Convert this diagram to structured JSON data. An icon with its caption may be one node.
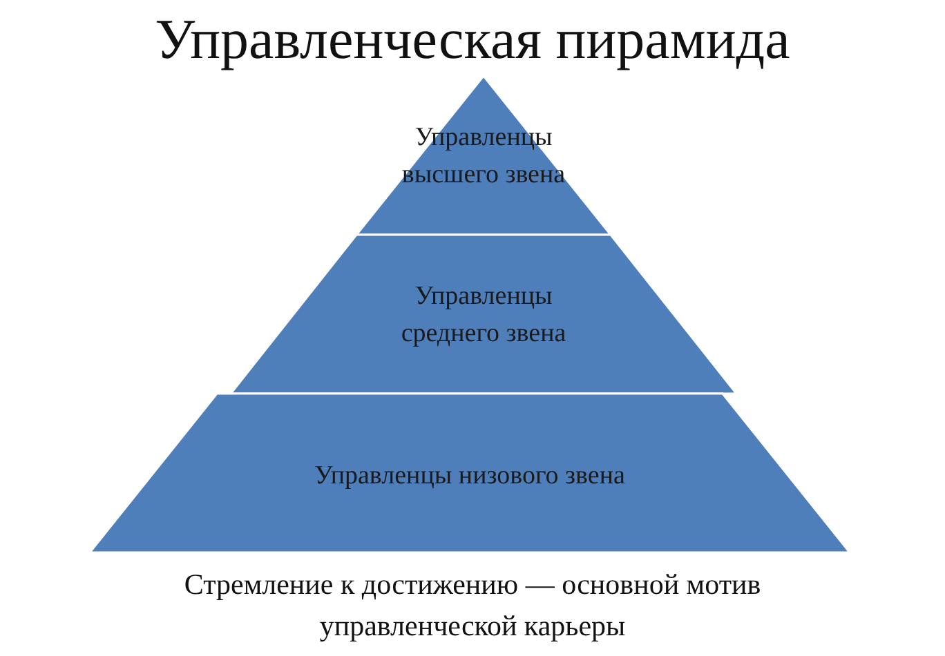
{
  "diagram": {
    "title": "Управленческая пирамида",
    "caption": "Стремление к достижению — основной мотив управленческой карьеры",
    "nodes": [
      {
        "text": [
          "Управленцы высшего звена"
        ]
      },
      {
        "text": [
          "Управленцы среднего звена"
        ]
      },
      {
        "text": [
          "Управленцы низового звена"
        ]
      }
    ]
  }
}
